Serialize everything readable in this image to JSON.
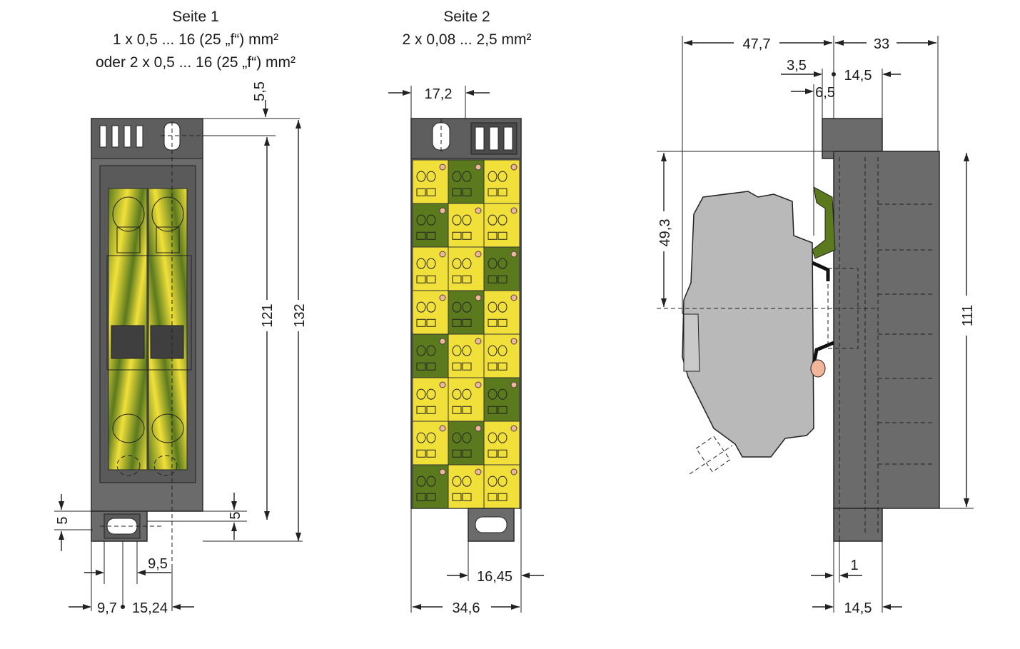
{
  "colors": {
    "housing": "#6b6b6b",
    "housing_dark": "#4a4a4a",
    "side_profile": "#b9b9b9",
    "pe_green": "#5b7a1e",
    "pe_yellow": "#f1e03a",
    "marker_pink": "#f2b59a"
  },
  "side1": {
    "title_line1": "Seite 1",
    "title_line2": "1 x 0,5 ... 16 (25 „f“) mm²",
    "title_line3": "oder 2 x 0,5 ... 16 (25 „f“) mm²",
    "dims": {
      "top_offset": "5,5",
      "inner_height": "121",
      "total_height": "132",
      "foot_height_right": "5",
      "foot_height_left": "5",
      "pitch": "9,5",
      "left_width": "9,7",
      "width": "15,24"
    }
  },
  "side2": {
    "title_line1": "Seite 2",
    "title_line2": "2 x 0,08 ... 2,5 mm²",
    "rows": 8,
    "cols": 3,
    "dims": {
      "top_width": "17,2",
      "foot_width": "16,45",
      "total_width": "34,6"
    }
  },
  "side_view": {
    "dims": {
      "overall_left": "47,7",
      "overall_right": "33",
      "gap_small": "3,5",
      "offset": "14,5",
      "rail": "6,5",
      "height_upper": "49,3",
      "height_right": "111",
      "bottom_gap": "1",
      "bottom_width": "14,5"
    }
  }
}
